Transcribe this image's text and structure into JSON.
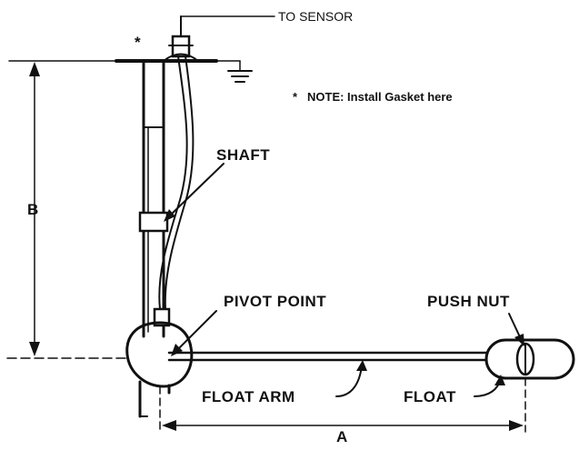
{
  "labels": {
    "to_sensor": "TO SENSOR",
    "asterisk": "*",
    "note_star": "*",
    "note": "NOTE: Install Gasket here",
    "shaft": "SHAFT",
    "b": "B",
    "pivot_point": "PIVOT POINT",
    "push_nut": "PUSH NUT",
    "float_arm": "FLOAT ARM",
    "float": "FLOAT",
    "a": "A"
  },
  "colors": {
    "line": "#111111",
    "background": "#ffffff"
  }
}
